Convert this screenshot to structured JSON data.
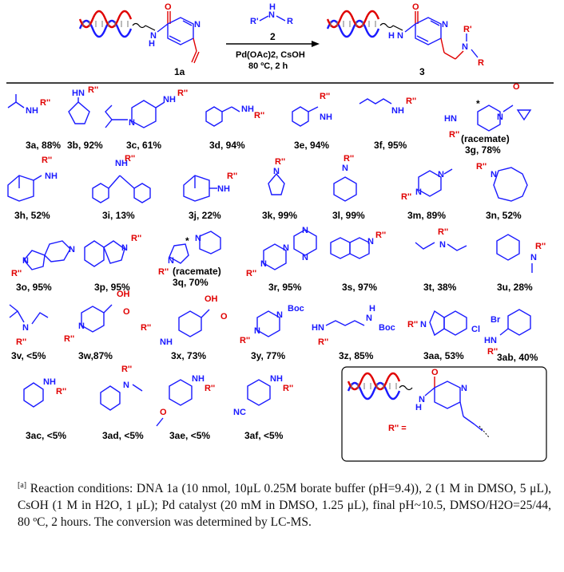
{
  "reaction": {
    "reactant_label": "1a",
    "reagent_label": "2",
    "reagent_atoms": {
      "r1": "R'",
      "n": "N",
      "h": "H",
      "r2": "R"
    },
    "conditions_line1": "Pd(OAc)2, CsOH",
    "conditions_line2": "80 ºC, 2 h",
    "product_label": "3",
    "product_atoms": {
      "n_amide": "N",
      "h_amide": "H",
      "o": "O",
      "n_pyr": "N",
      "r1": "R'",
      "n_amine": "N",
      "r2": "R"
    }
  },
  "compounds": [
    {
      "label": "3a, 88%"
    },
    {
      "label": "3b, 92%"
    },
    {
      "label": "3c, 61%"
    },
    {
      "label": "3d, 94%"
    },
    {
      "label": "3e, 94%"
    },
    {
      "label": "3f, 95%"
    },
    {
      "label": "3g, 78%",
      "note": "(racemate)"
    },
    {
      "label": "3h, 52%"
    },
    {
      "label": "3i, 13%"
    },
    {
      "label": "3j, 22%"
    },
    {
      "label": "3k, 99%"
    },
    {
      "label": "3l, 99%"
    },
    {
      "label": "3m, 89%"
    },
    {
      "label": "3n, 52%"
    },
    {
      "label": "3o, 95%"
    },
    {
      "label": "3p, 95%"
    },
    {
      "label": "3q, 70%",
      "note": "(racemate)"
    },
    {
      "label": "3r, 95%"
    },
    {
      "label": "3s, 97%"
    },
    {
      "label": "3t, 38%"
    },
    {
      "label": "3u, 28%"
    },
    {
      "label": "3v, <5%"
    },
    {
      "label": "3w,87%"
    },
    {
      "label": "3x, 73%"
    },
    {
      "label": "3y, 77%"
    },
    {
      "label": "3z, 85%"
    },
    {
      "label": "3aa, 53%"
    },
    {
      "label": "3ab, 40%"
    },
    {
      "label": "3ac, <5%"
    },
    {
      "label": "3ad, <5%"
    },
    {
      "label": "3ae, <5%"
    },
    {
      "label": "3af, <5%"
    }
  ],
  "atoms": {
    "r2": "R''",
    "nh": "NH",
    "hn": "HN",
    "n": "N",
    "h": "H",
    "boc": "Boc",
    "oh": "OH",
    "o": "O",
    "cl": "Cl",
    "br": "Br",
    "nc": "NC",
    "star": "*"
  },
  "legend": {
    "r_def": "R'' =",
    "n": "N",
    "h": "H",
    "o": "O"
  },
  "footnote": {
    "marker": "[a]",
    "text": " Reaction conditions: DNA 1a (10 nmol, 10μL 0.25M borate buffer (pH=9.4)), 2 (1 M in DMSO, 5 μL), CsOH (1 M in H2O, 1 μL); Pd catalyst (20 mM in DMSO, 1.25 μL), final pH~10.5, DMSO/H2O=25/44, 80 ºC, 2 hours. The conversion was determined by LC-MS."
  },
  "colors": {
    "structure": "#1a1aff",
    "substituent": "#e00000",
    "dna": "#1a1aff"
  }
}
